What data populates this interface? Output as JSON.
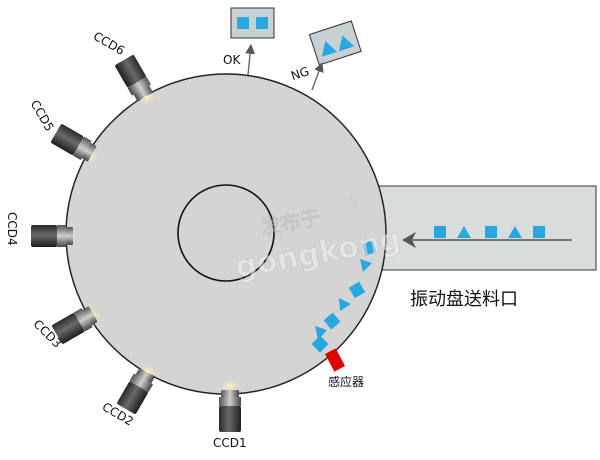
{
  "labels": {
    "ok": "OK",
    "ng": "NG",
    "feeder": "振动盘送料口",
    "sensor": "感应器"
  },
  "cameras": [
    {
      "id": "ccd1",
      "label": "CCD1"
    },
    {
      "id": "ccd2",
      "label": "CCD2"
    },
    {
      "id": "ccd3",
      "label": "CCD3"
    },
    {
      "id": "ccd4",
      "label": "CCD4"
    },
    {
      "id": "ccd5",
      "label": "CCD5"
    },
    {
      "id": "ccd6",
      "label": "CCD6"
    }
  ],
  "watermark": {
    "line1": "发布于",
    "line2": "gongkong",
    "mark": "®"
  },
  "colors": {
    "disc": "#d4d4d4",
    "feeder_chute": "#d8dcdc",
    "part": "#29a8e0",
    "sensor": "#e00000",
    "light": "#fbe8a6",
    "outline": "#222222"
  },
  "icons": {
    "camera": "industrial-camera-icon",
    "ok_bin": "ok-bin-icon",
    "ng_bin": "ng-bin-icon",
    "sensor": "sensor-icon"
  }
}
